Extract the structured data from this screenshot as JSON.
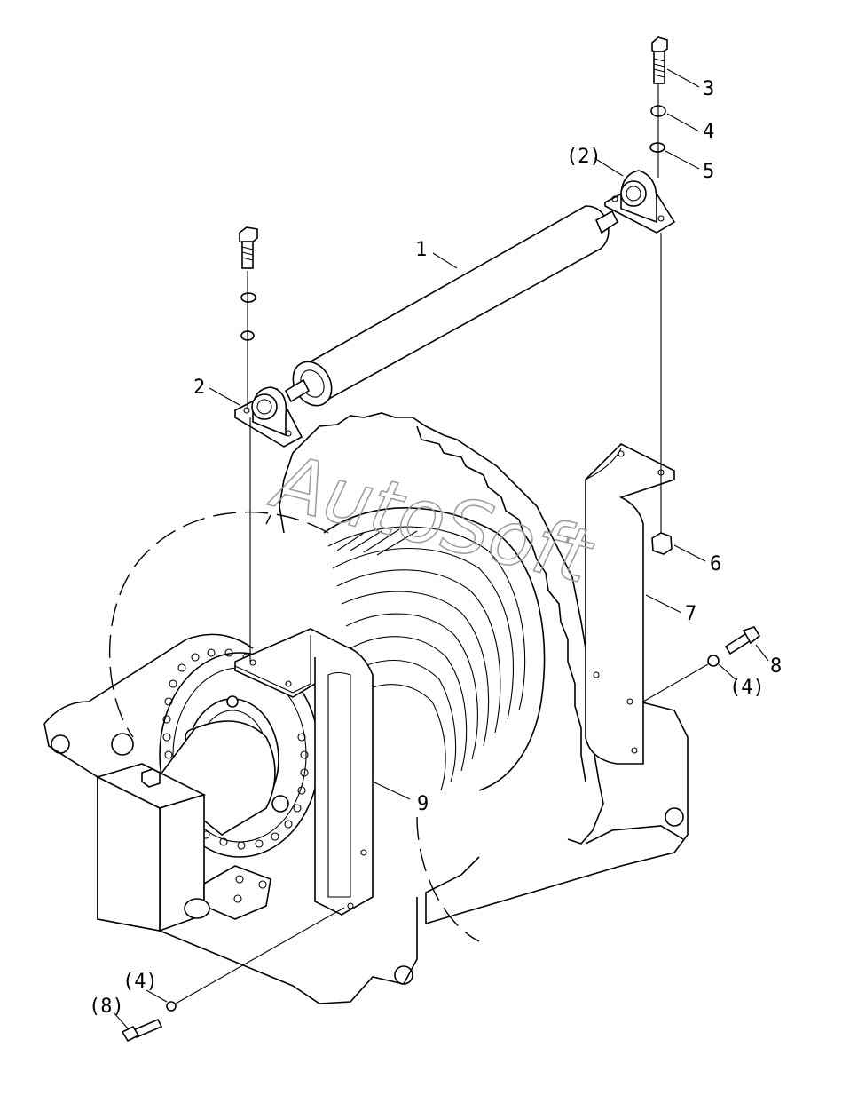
{
  "watermark": "AutoSoft",
  "callouts": {
    "c1": "1",
    "c2": "2",
    "c2p": "(2)",
    "c3": "3",
    "c4": "4",
    "c4p_right": "(4)",
    "c4p_left": "(4)",
    "c5": "5",
    "c6": "6",
    "c7": "7",
    "c8": "8",
    "c8p": "(8)",
    "c9": "9"
  }
}
